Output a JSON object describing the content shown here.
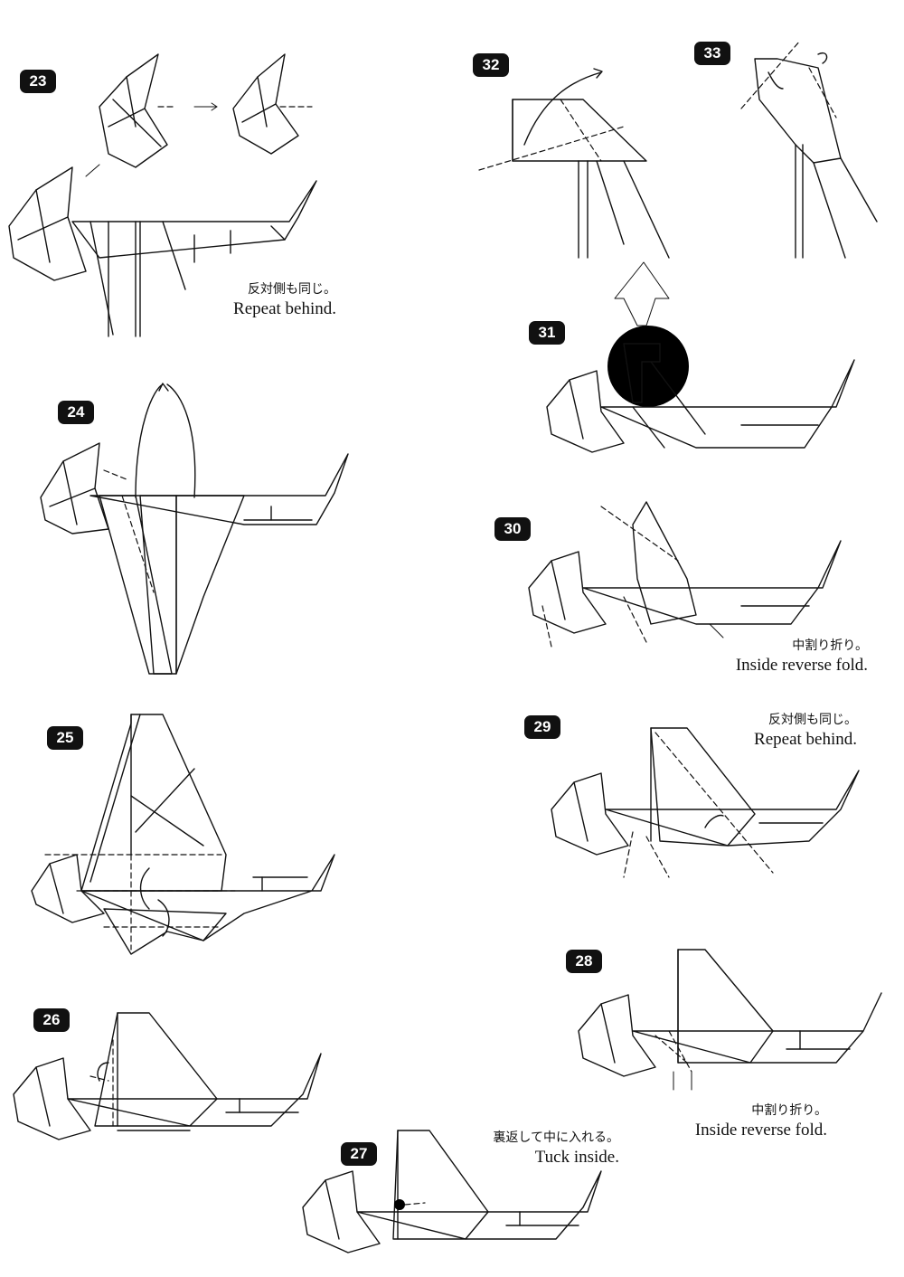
{
  "steps": [
    {
      "number": "23",
      "note_jp": "反対側も同じ。",
      "note_en": "Repeat behind."
    },
    {
      "number": "24"
    },
    {
      "number": "25"
    },
    {
      "number": "26"
    },
    {
      "number": "27",
      "note_jp": "裏返して中に入れる。",
      "note_en": "Tuck inside."
    },
    {
      "number": "28",
      "note_jp": "中割り折り。",
      "note_en": "Inside reverse fold."
    },
    {
      "number": "29",
      "note_jp": "反対側も同じ。",
      "note_en": "Repeat behind."
    },
    {
      "number": "30",
      "note_jp": "中割り折り。",
      "note_en": "Inside reverse fold."
    },
    {
      "number": "31"
    },
    {
      "number": "32"
    },
    {
      "number": "33"
    }
  ]
}
